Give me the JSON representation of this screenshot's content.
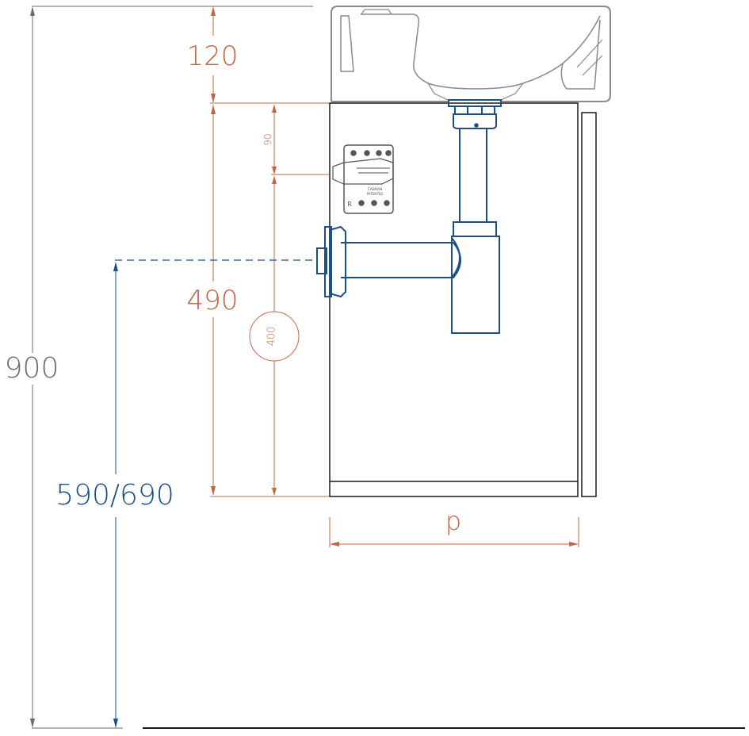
{
  "dimensions": {
    "total_height": "900",
    "basin_top": "120",
    "cabinet_height": "490",
    "bracket_offset": "90",
    "circle_label": "400",
    "drain_height": "590/690",
    "depth": "p"
  },
  "bracket": {
    "brand_text": "CABBAN",
    "patent_text": "PATENTED",
    "side_letter": "R"
  },
  "colors": {
    "orange": "#c0654a",
    "blue": "#1d4f82",
    "gray": "#6b6b6b",
    "black": "#1a1a1a",
    "fixture": "#8a8a8a"
  }
}
